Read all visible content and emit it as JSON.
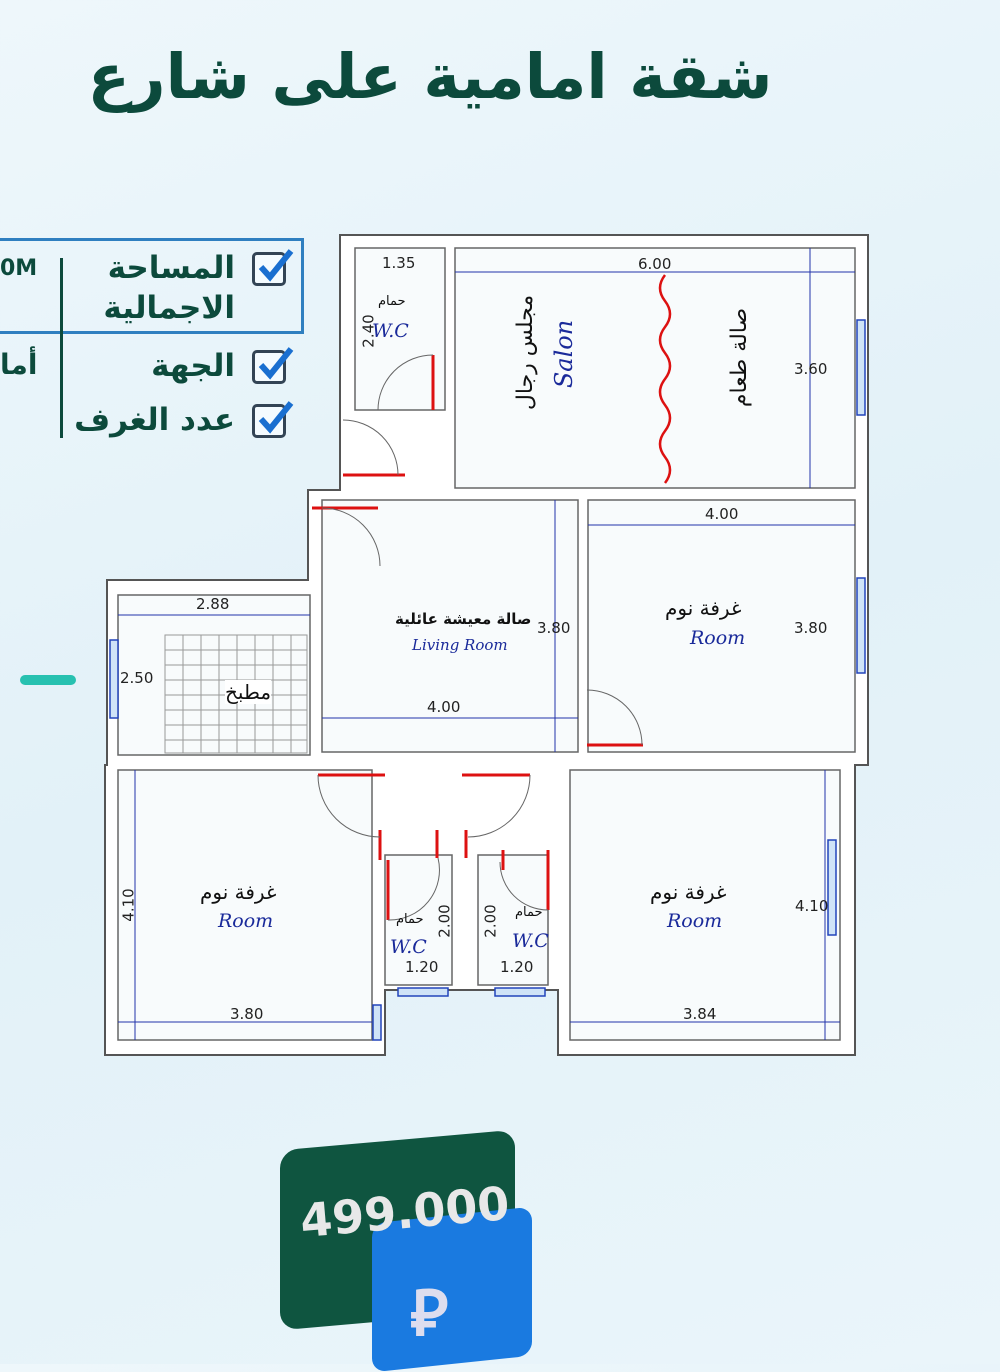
{
  "title": "شقة امامية على شارع",
  "info": {
    "area_label_1": "المساحة",
    "area_label_2": "الاجمالية",
    "area_value": "0M",
    "direction_label": "الجهة",
    "direction_value": "أما",
    "rooms_label": "عدد الغرف",
    "check_icon": "checkbox-check-icon"
  },
  "rooms": {
    "wc_top_ar": "حمام",
    "wc_top_en": "W.C",
    "salon_ar": "مجلس رجال",
    "salon_en": "Salon",
    "dining_ar": "صالة طعام",
    "living_ar": "صالة معيشة عائلية",
    "living_en": "Living Room",
    "bed_right_ar": "غرفة نوم",
    "bed_right_en": "Room",
    "kitchen_ar": "مطبخ",
    "bed_bl_ar": "غرفة نوم",
    "bed_bl_en": "Room",
    "wc1_ar": "حمام",
    "wc1_en": "W.C",
    "wc2_ar": "حمام",
    "wc2_en": "W.C",
    "bed_br_ar": "غرفة نوم",
    "bed_br_en": "Room"
  },
  "dims": {
    "wc_top_w": "1.35",
    "wc_top_h": "2.40",
    "salon_w": "6.00",
    "salon_h": "3.60",
    "bed_right_w": "4.00",
    "bed_right_h": "3.80",
    "living_h": "3.80",
    "living_w": "4.00",
    "kitchen_w": "2.88",
    "kitchen_h": "2.50",
    "bed_bl_h": "4.10",
    "bed_bl_w": "3.80",
    "wc1_h": "2.00",
    "wc1_w": "1.20",
    "wc2_h": "2.00",
    "wc2_w": "1.20",
    "bed_br_h": "4.10",
    "bed_br_w": "3.84"
  },
  "price": {
    "value": "499.000",
    "currency_icon": "saudi-riyal-icon",
    "card_color": "#0f5540",
    "currency_color": "#1a7ae0"
  }
}
